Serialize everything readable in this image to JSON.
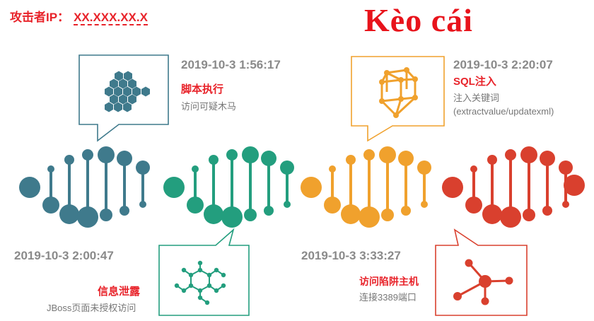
{
  "header": {
    "attacker_label": "攻击者IP：",
    "attacker_ip": "XX.XXX.XX.X"
  },
  "brand": "Kèo cái",
  "events": [
    {
      "time": "2019-10-3  1:56:17",
      "title": "脚本执行",
      "desc": "访问可疑木马",
      "color": "#3f7a8c",
      "icon": "honeycomb-icon"
    },
    {
      "time": "2019-10-3  2:00:47",
      "title": "信息泄露",
      "desc": "JBoss页面未授权访问",
      "color": "#239e7e",
      "icon": "molecule-network-icon"
    },
    {
      "time": "2019-10-3  2:20:07",
      "title": "SQL注入",
      "desc": "注入关键词",
      "desc2": "(extractvalue/updatexml)",
      "color": "#f0a12d",
      "icon": "cube-structure-icon"
    },
    {
      "time": "2019-10-3  3:33:27",
      "title": "访问陷阱主机",
      "desc": "连接3389端口",
      "color": "#d9402e",
      "icon": "node-graph-icon"
    }
  ]
}
